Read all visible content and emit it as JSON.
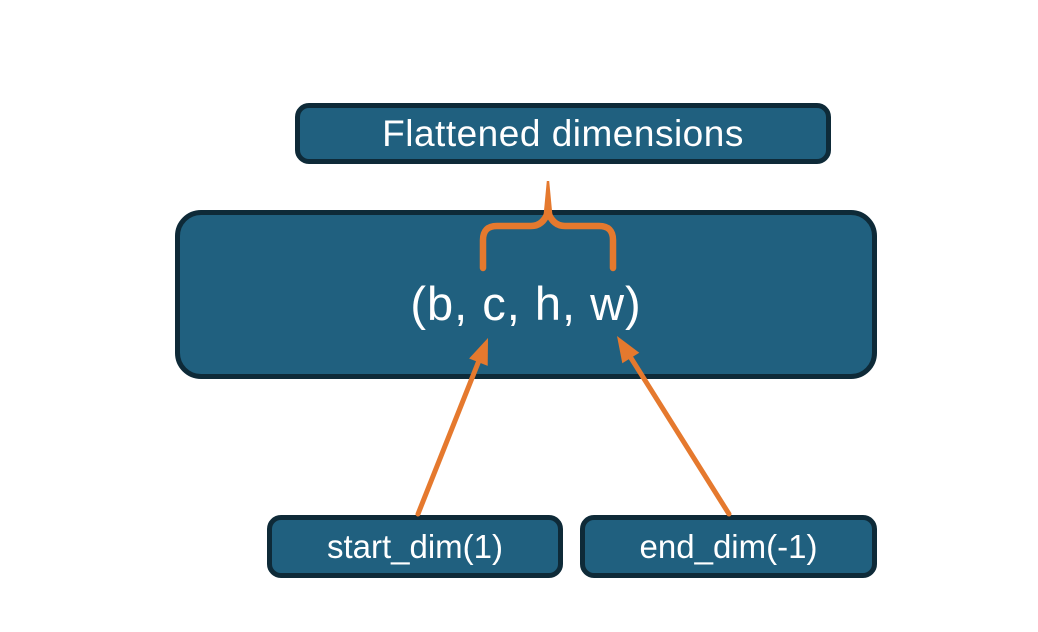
{
  "colors": {
    "background": "#ffffff",
    "box_fill": "#20607f",
    "box_border": "#0e2a38",
    "accent_orange": "#e5792e",
    "text": "#ffffff"
  },
  "boxes": {
    "flattened": {
      "label": "Flattened dimensions"
    },
    "tensor": {
      "label": "(b, c, h, w)"
    },
    "start_dim": {
      "label": "start_dim(1)"
    },
    "end_dim": {
      "label": "end_dim(-1)"
    }
  }
}
